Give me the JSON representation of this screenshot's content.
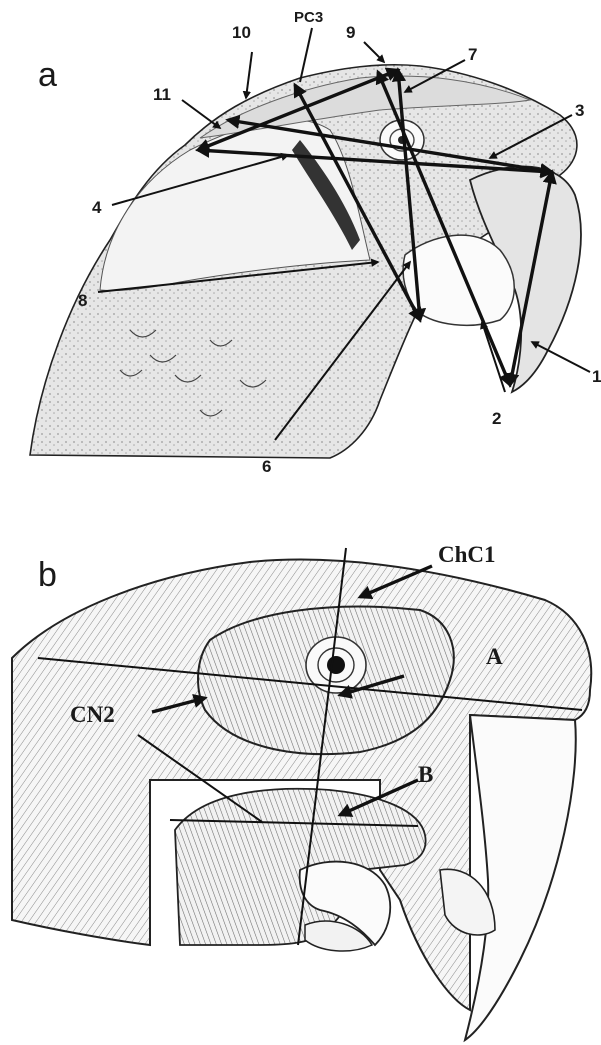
{
  "panels": {
    "a": {
      "letter": "a",
      "labels": {
        "l1": "1",
        "l2": "2",
        "l3": "3",
        "l4": "4",
        "l6": "6",
        "l7": "7",
        "l8": "8",
        "l9": "9",
        "l10": "10",
        "l11": "11",
        "pc3": "PC3"
      }
    },
    "b": {
      "letter": "b",
      "labels": {
        "chc1": "ChC1",
        "a": "A",
        "cn2": "CN2",
        "b": "B"
      }
    }
  },
  "colors": {
    "ink": "#111111",
    "feather_light": "#eeeeee",
    "feather_mid": "#d2d2d2",
    "beak": "#f4f4f4"
  }
}
